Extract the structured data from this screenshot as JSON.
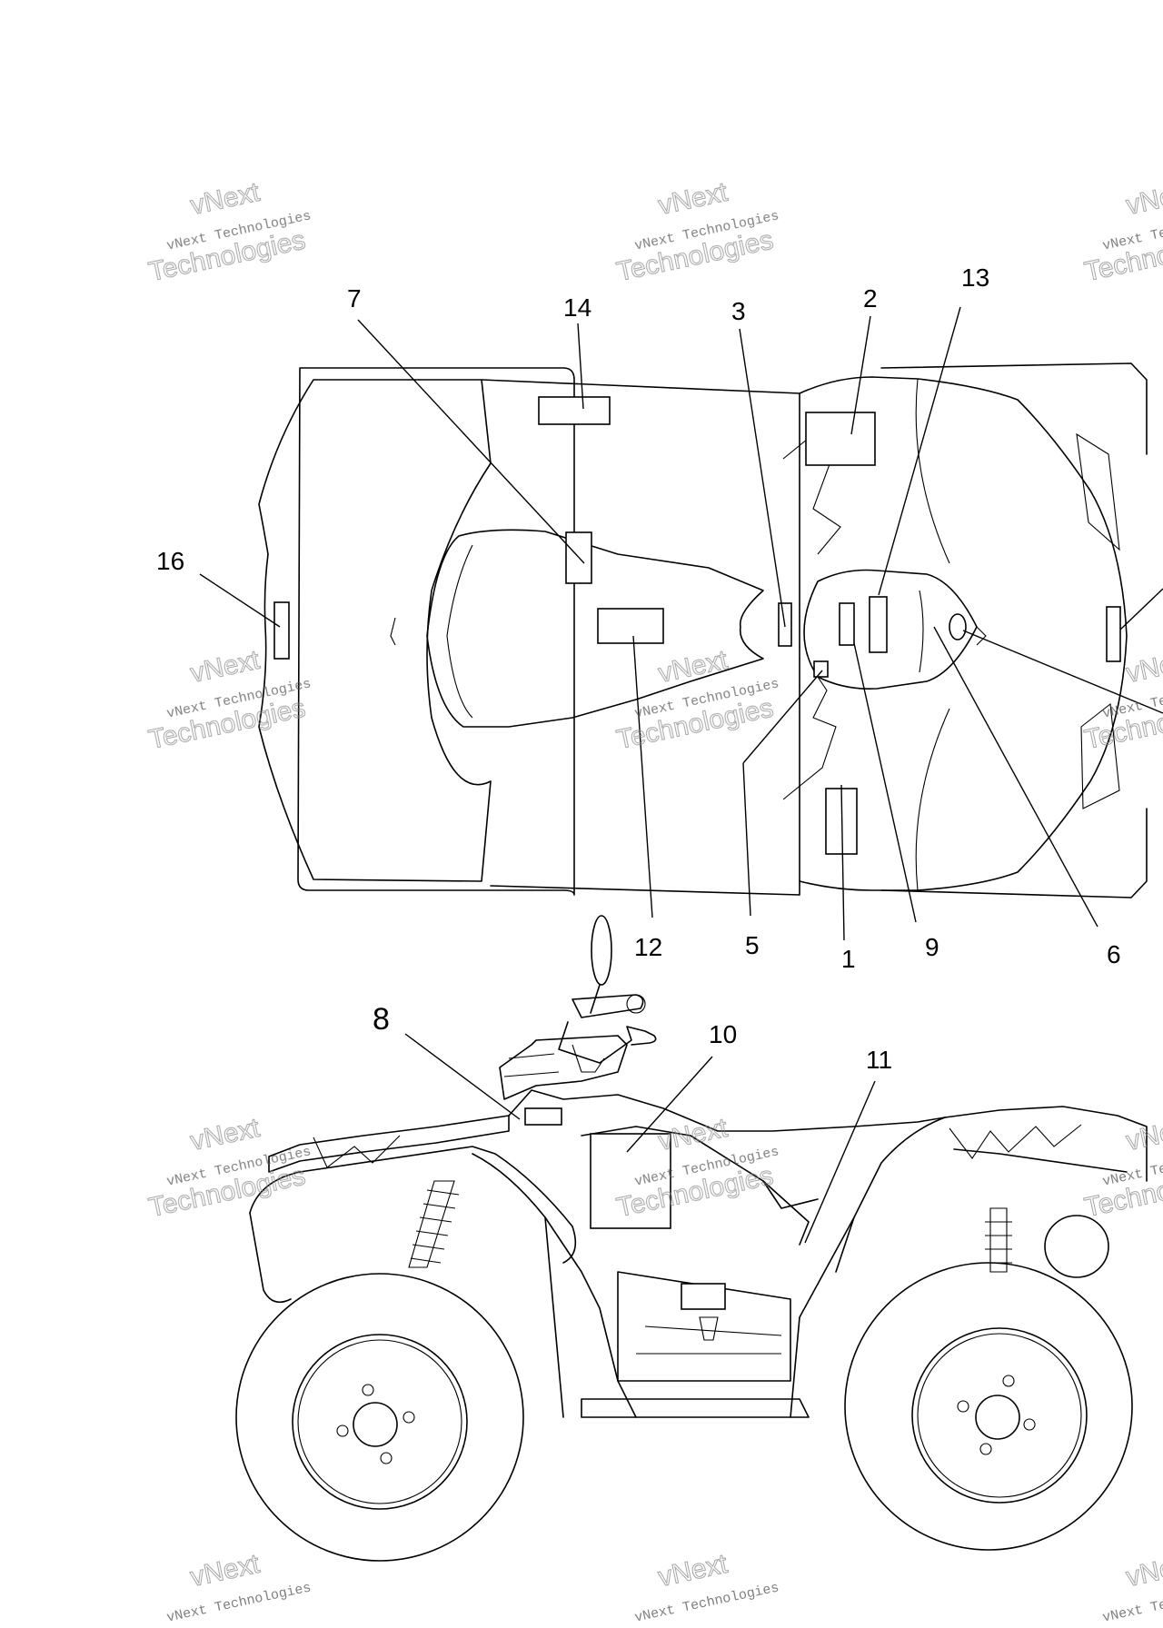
{
  "callouts": {
    "c1": "1",
    "c2": "2",
    "c3": "3",
    "c5": "5",
    "c6": "6",
    "c7": "7",
    "c8": "8",
    "c9": "9",
    "c10": "10",
    "c11": "11",
    "c12": "12",
    "c13": "13",
    "c14": "14",
    "c16": "16"
  },
  "watermark": {
    "small": "vNext Technologies",
    "big": "Technologies",
    "top": "vNext"
  }
}
